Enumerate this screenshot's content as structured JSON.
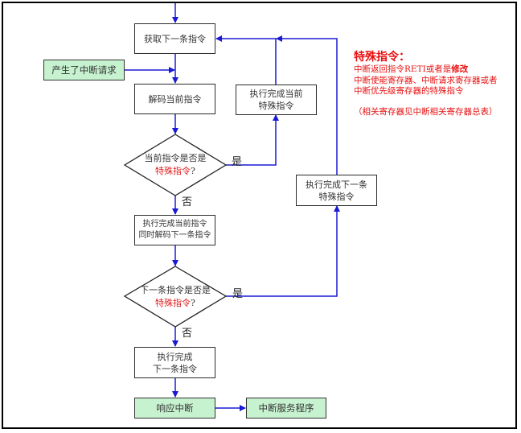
{
  "nodes": {
    "fetch": "获取下一条指令",
    "interrupt_request": "产生了中断请求",
    "decode": "解码当前指令",
    "exec_current_special": [
      "执行完成当前",
      "特殊指令"
    ],
    "decision1": {
      "line1": "当前指令是否是",
      "line2_red": "特殊指令",
      "line2_suffix": "?"
    },
    "exec_decode_next": [
      "执行完成当前指令",
      "同时解码下一条指令"
    ],
    "exec_next_special": [
      "执行完成下一条",
      "特殊指令"
    ],
    "decision2": {
      "line1": "下一条指令是否是",
      "line2_red": "特殊指令",
      "line2_suffix": "?"
    },
    "exec_next": [
      "执行完成",
      "下一条指令"
    ],
    "respond_interrupt": "响应中断",
    "isr": "中断服务程序"
  },
  "edge_labels": {
    "d1_yes": "是",
    "d1_no": "否",
    "d2_yes": "是",
    "d2_no": "否"
  },
  "note": {
    "title": "特殊指令：",
    "line1_prefix": "中断返回指令RETI或者是",
    "line1_bold": "修改",
    "line2": "中断使能寄存器、中断请求寄存器或者",
    "line3": "中断优先级寄存器的特殊指令",
    "extra": "（相关寄存器见中断相关寄存器总表）"
  },
  "colors": {
    "arrow": "#1a1ad6",
    "green_box": "#c6f2cf",
    "note_red": "#e81010"
  }
}
